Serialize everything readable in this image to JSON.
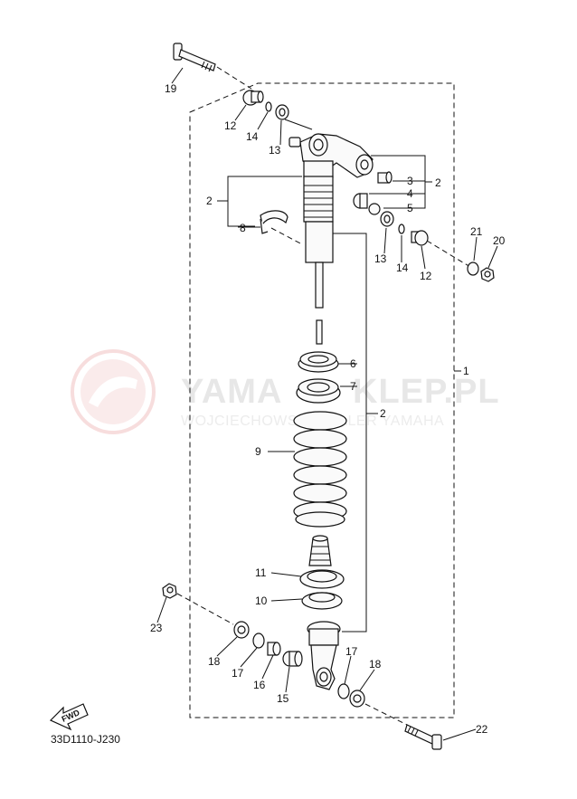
{
  "diagram_code": "33D1110-J230",
  "fwd_label": "FWD",
  "watermark": {
    "title": "YAMA",
    "title2": "KLEP.PL",
    "subtitle": "WOJCIECHOWSKI DEALER YAMAHA"
  },
  "callouts": {
    "c19": "19",
    "c12a": "12",
    "c14a": "14",
    "c13a": "13",
    "c3": "3",
    "c4": "4",
    "c5": "5",
    "c2a": "2",
    "c2b": "2",
    "c8": "8",
    "c13b": "13",
    "c14b": "14",
    "c12b": "12",
    "c21": "21",
    "c20": "20",
    "c1": "1",
    "c6": "6",
    "c7": "7",
    "c2c": "2",
    "c9": "9",
    "c11": "11",
    "c10": "10",
    "c23": "23",
    "c18a": "18",
    "c17a": "17",
    "c16": "16",
    "c15": "15",
    "c17b": "17",
    "c18b": "18",
    "c22": "22"
  }
}
